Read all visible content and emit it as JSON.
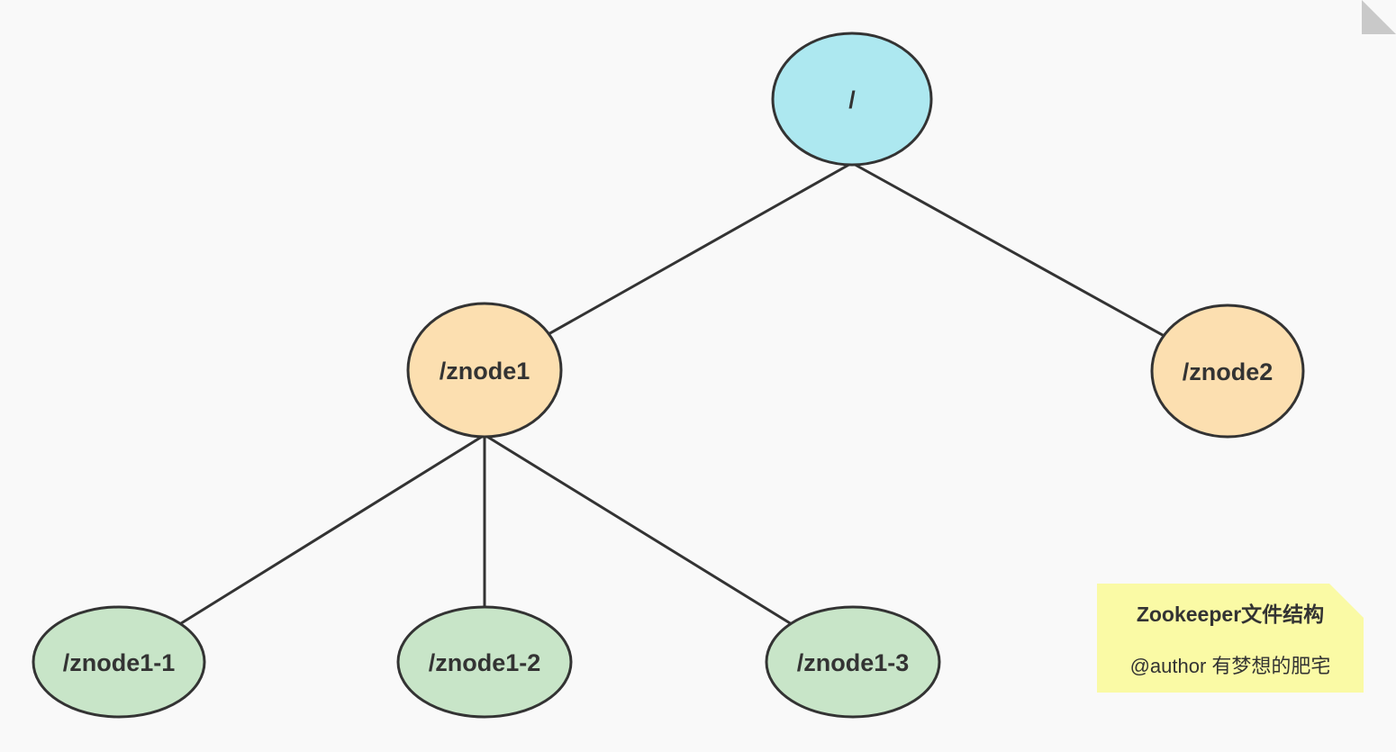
{
  "canvas": {
    "background": "#F9F9F9"
  },
  "diagram": {
    "title_semantic": "Zookeeper znode tree",
    "stroke_color": "#333333",
    "text_color": "#333333",
    "nodes": [
      {
        "id": "root",
        "label": "/",
        "fill": "#ADE8F0",
        "level": "root"
      },
      {
        "id": "znode1",
        "label": "/znode1",
        "fill": "#FCDFB0",
        "level": "child"
      },
      {
        "id": "znode2",
        "label": "/znode2",
        "fill": "#FCDFB0",
        "level": "child"
      },
      {
        "id": "znode1-1",
        "label": "/znode1-1",
        "fill": "#C8E5C8",
        "level": "leaf"
      },
      {
        "id": "znode1-2",
        "label": "/znode1-2",
        "fill": "#C8E5C8",
        "level": "leaf"
      },
      {
        "id": "znode1-3",
        "label": "/znode1-3",
        "fill": "#C8E5C8",
        "level": "leaf"
      }
    ],
    "edges": [
      {
        "from": "root",
        "to": "znode1"
      },
      {
        "from": "root",
        "to": "znode2"
      },
      {
        "from": "znode1",
        "to": "znode1-1"
      },
      {
        "from": "znode1",
        "to": "znode1-2"
      },
      {
        "from": "znode1",
        "to": "znode1-3"
      }
    ]
  },
  "note": {
    "title": "Zookeeper文件结构",
    "author": "@author 有梦想的肥宅",
    "background": "#FAFAA5",
    "fold_color": "#C9C9C9",
    "text_color": "#333333"
  }
}
